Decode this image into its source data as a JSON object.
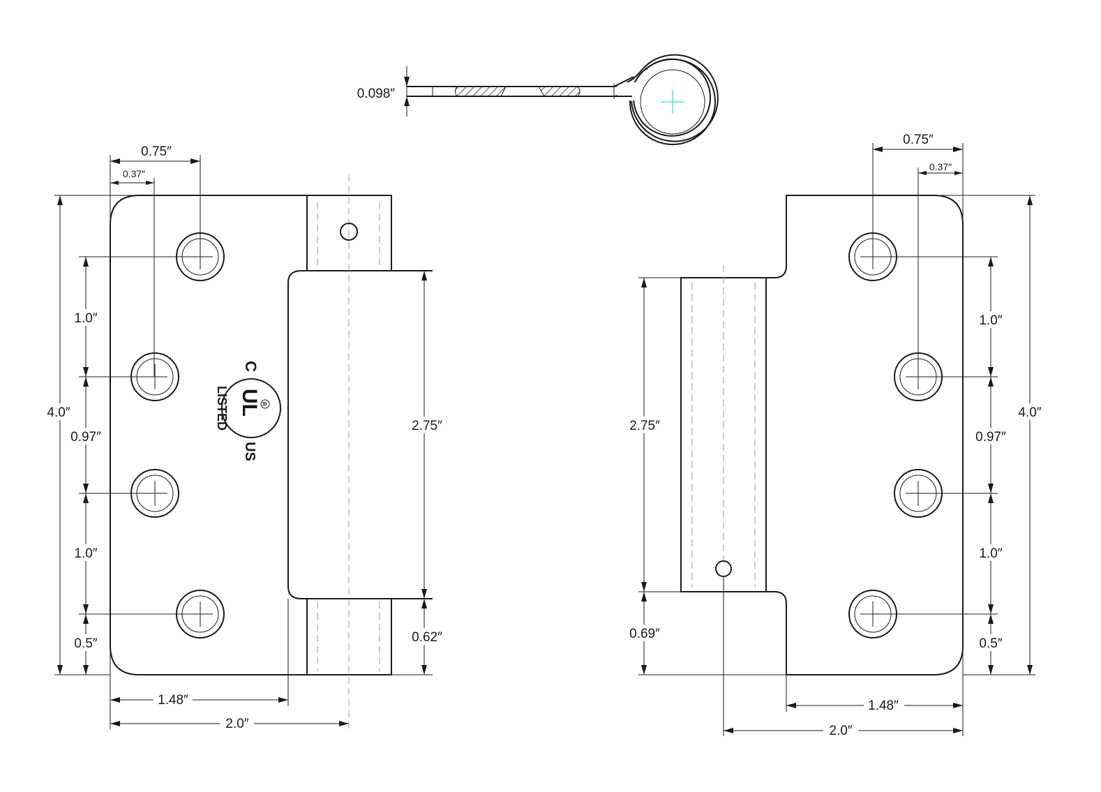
{
  "colors": {
    "line": "#1a1a1a",
    "center_mark": "#33d6e0",
    "hidden_line": "#9a9a9a"
  },
  "section_view": {
    "thickness": "0.098″"
  },
  "left_leaf": {
    "width_top": "0.75″",
    "hole_offset": "0.37″",
    "height": "4.0″",
    "spacing_1": "1.0″",
    "spacing_2": "0.97″",
    "spacing_3": "1.0″",
    "bottom_offset": "0.5″",
    "cutout_height": "2.75″",
    "knuckle_bottom": "0.62″",
    "leaf_width": "1.48″",
    "overall_width": "2.0″"
  },
  "right_leaf": {
    "width_top": "0.75″",
    "hole_offset": "0.37″",
    "height": "4.0″",
    "spacing_1": "1.0″",
    "spacing_2": "0.97″",
    "spacing_3": "1.0″",
    "bottom_offset": "0.5″",
    "knuckle_height": "2.75″",
    "knuckle_bottom": "0.69″",
    "leaf_width": "1.48″",
    "overall_width": "2.0″"
  },
  "ul_mark": {
    "c": "C",
    "ul": "UL",
    "us": "US",
    "listed": "LISTED",
    "registered": "R"
  }
}
